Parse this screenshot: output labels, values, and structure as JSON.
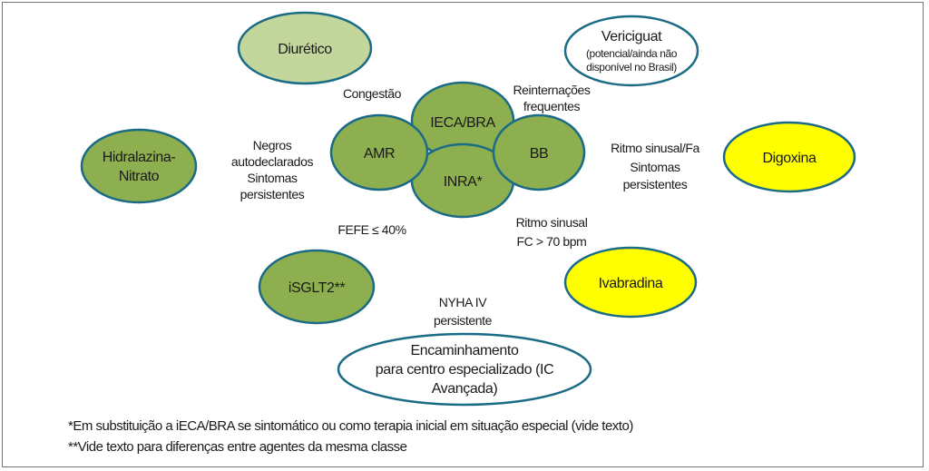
{
  "nodes": {
    "diuretico": "Diurético",
    "vericiguat": {
      "title": "Vericiguat",
      "line1": "(potencial/ainda não",
      "line2": "disponível no Brasil)"
    },
    "hidralazina": {
      "line1": "Hidralazina-",
      "line2": "Nitrato"
    },
    "digoxina": "Digoxina",
    "ieca_bra": "IECA/BRA",
    "amr": "AMR",
    "bb": "BB",
    "inra": "INRA*",
    "isglt2": "iSGLT2**",
    "ivabradina": "Ivabradina",
    "encaminhamento": {
      "line1": "Encaminhamento",
      "line2": "para centro especializado (IC",
      "line3": "Avançada)"
    }
  },
  "conditions": {
    "congestao": "Congestão",
    "reinternacoes": {
      "line1": "Reinternações",
      "line2": "frequentes"
    },
    "negros": {
      "line1": "Negros",
      "line2": "autodeclarados",
      "line3": "Sintomas",
      "line4": "persistentes"
    },
    "ritmo_fa": {
      "line1": "Ritmo sinusal/Fa",
      "line2": "Sintomas",
      "line3": "persistentes"
    },
    "fefe": "FEFE ≤ 40%",
    "ritmo_fc": {
      "line1": "Ritmo sinusal",
      "line2": "FC > 70 bpm"
    },
    "nyha": {
      "line1": "NYHA IV",
      "line2": "persistente"
    }
  },
  "footnotes": [
    "*Em substituição a iECA/BRA se sintomático ou como terapia inicial em situação especial (vide texto)",
    "**Vide texto para diferenças entre agentes da mesma classe"
  ],
  "colors": {
    "green": "#8daf4f",
    "light_green": "#c3d69b",
    "yellow": "#ffff00",
    "border": "#1b6b86"
  }
}
